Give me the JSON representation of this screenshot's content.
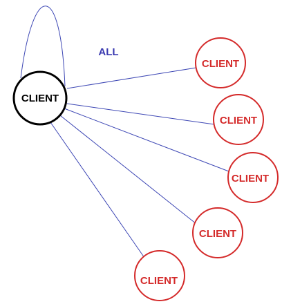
{
  "diagram": {
    "source": {
      "label": "CLIENT",
      "stroke_color": "#000000",
      "text_color": "#000000"
    },
    "targets": [
      {
        "label": "CLIENT"
      },
      {
        "label": "CLIENT"
      },
      {
        "label": "CLIENT"
      },
      {
        "label": "CLIENT"
      },
      {
        "label": "CLIENT"
      }
    ],
    "target_stroke_color": "#d42a2a",
    "target_text_color": "#d42a2a",
    "broadcast_label": "ALL",
    "broadcast_label_color": "#3a3ab0",
    "edge_color": "#3c46b4"
  }
}
